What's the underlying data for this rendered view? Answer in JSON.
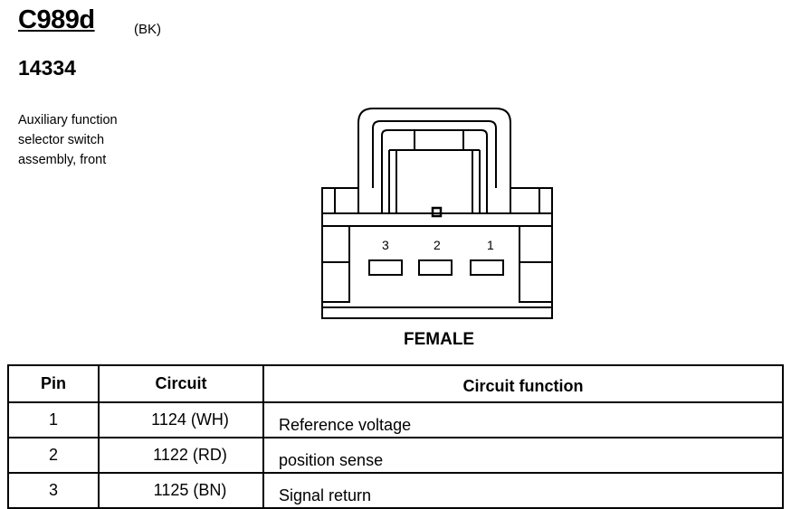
{
  "header": {
    "connector_id": "C989d",
    "color_code": "(BK)",
    "part_number": "14334",
    "description_lines": [
      "Auxiliary function",
      "selector switch",
      "assembly, front"
    ]
  },
  "connector": {
    "pin_labels": [
      "3",
      "2",
      "1"
    ],
    "gender": "FEMALE"
  },
  "table": {
    "headers": {
      "pin": "Pin",
      "circuit": "Circuit",
      "function": "Circuit function"
    },
    "rows": [
      {
        "pin": "1",
        "circuit": "1124 (WH)",
        "function": "Reference voltage"
      },
      {
        "pin": "2",
        "circuit": "1122 (RD)",
        "function": "position sense"
      },
      {
        "pin": "3",
        "circuit": "1125 (BN)",
        "function": "Signal return"
      }
    ]
  }
}
